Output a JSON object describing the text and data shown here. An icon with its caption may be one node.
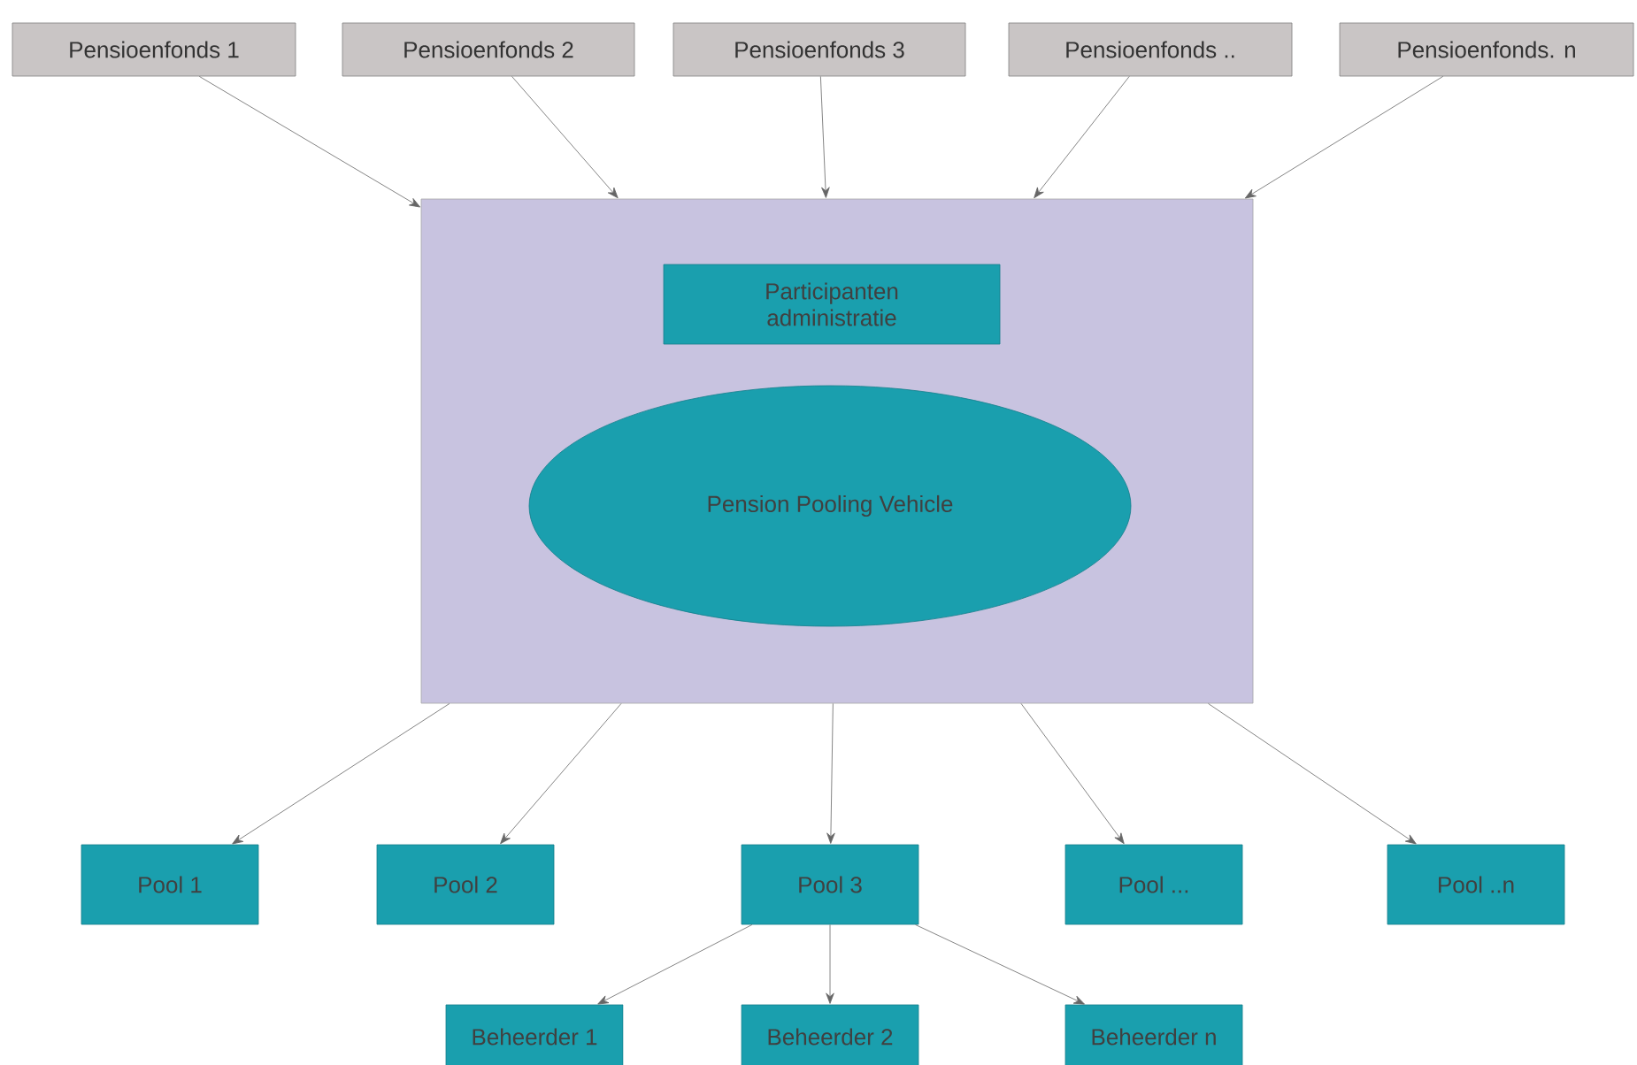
{
  "diagram": {
    "nodes": [
      {
        "text": [
          "Pensioenfonds 1"
        ]
      },
      {
        "text": [
          "Pensioenfonds 2"
        ]
      },
      {
        "text": [
          "Pensioenfonds 3"
        ]
      },
      {
        "text": [
          "Pensioenfonds .."
        ]
      },
      {
        "text": [
          "Pensioenfonds. n"
        ]
      },
      {
        "text": [],
        "shape": "box"
      },
      {
        "text": [
          "Participanten administratie"
        ],
        "in": 5
      },
      {
        "text": [
          "Pension Pooling Vehicle"
        ],
        "in": 5
      },
      {
        "text": [
          "Pool 1"
        ]
      },
      {
        "text": [
          "Pool 2"
        ]
      },
      {
        "text": [
          "Pool 3"
        ]
      },
      {
        "text": [
          "Pool ..."
        ]
      },
      {
        "text": [
          "Pool ..n"
        ]
      },
      {
        "text": [
          "Beheerder 1"
        ]
      },
      {
        "text": [
          "Beheerder 2"
        ]
      },
      {
        "text": [
          "Beheerder n"
        ]
      }
    ],
    "edges": [
      {
        "from": 0,
        "to": 5,
        "arrow": "to"
      },
      {
        "from": 1,
        "to": 5,
        "arrow": "to"
      },
      {
        "from": 2,
        "to": 5,
        "arrow": "to"
      },
      {
        "from": 3,
        "to": 5,
        "arrow": "to"
      },
      {
        "from": 4,
        "to": 5,
        "arrow": "to"
      },
      {
        "from": 5,
        "to": 8,
        "arrow": "to"
      },
      {
        "from": 5,
        "to": 9,
        "arrow": "to"
      },
      {
        "from": 5,
        "to": 10,
        "arrow": "to"
      },
      {
        "from": 5,
        "to": 11,
        "arrow": "to"
      },
      {
        "from": 5,
        "to": 12,
        "arrow": "to"
      },
      {
        "from": 10,
        "to": 13,
        "arrow": "to"
      },
      {
        "from": 10,
        "to": 14,
        "arrow": "to"
      },
      {
        "from": 10,
        "to": 15,
        "arrow": "to"
      }
    ]
  }
}
